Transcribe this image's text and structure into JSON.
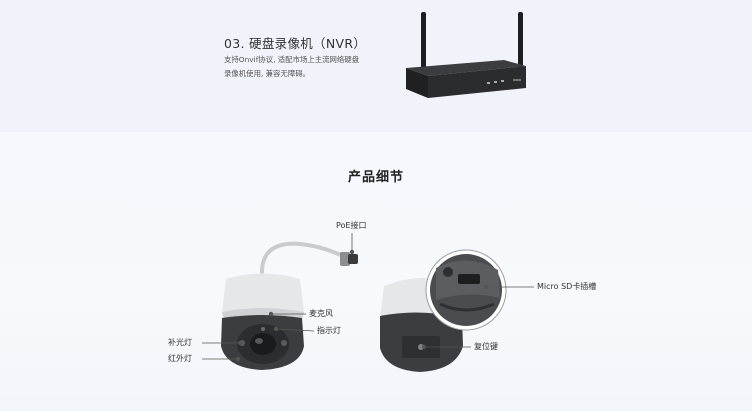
{
  "nvr": {
    "title": "03. 硬盘录像机（NVR）",
    "desc_line1": "支持Onvif协议, 适配市场上主流网络硬盘",
    "desc_line2": "录像机使用, 兼容无障碍。"
  },
  "section": {
    "title": "产品细节"
  },
  "callouts": {
    "poe": "PoE接口",
    "mic": "麦克风",
    "indicator": "指示灯",
    "fill_light": "补光灯",
    "ir_light": "红外灯",
    "sd_slot": "Micro SD卡插槽",
    "reset": "复位键"
  },
  "colors": {
    "callout_line": "#555555",
    "camera_dark": "#3b3d40",
    "camera_white": "#e6e7e9"
  }
}
